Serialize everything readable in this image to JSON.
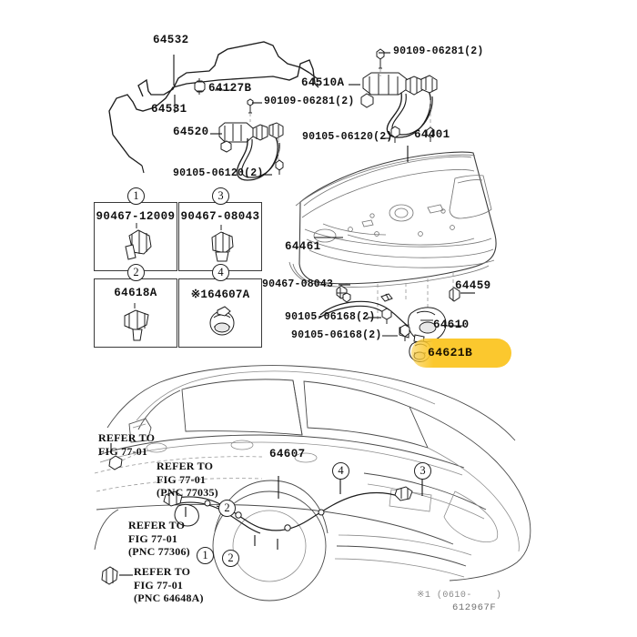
{
  "diagram": {
    "title": "Toyota trunk lid / luggage compartment parts diagram",
    "footer_note": "※1 (0610-    )",
    "footer_code": "612967F",
    "highlight_color": "#fbc82e"
  },
  "fuel_lines": {
    "pipe_upper": "64532",
    "pipe_lower": "64531",
    "clamp": "64127B",
    "hose_assy": "64520",
    "bolt_left": "90109-06281(2)",
    "bolt_lower_left": "90105-06120(2)"
  },
  "opener": {
    "lock_assy": "64510A",
    "bolt_top": "90109-06281(2)",
    "bolt_mid": "90105-06120(2)"
  },
  "trunk": {
    "lid_panel": "64401",
    "weatherstrip": "64461",
    "cushion": "64459",
    "striker_bolt": "90467-08043",
    "lock_assy": "64610",
    "striker": "64621B",
    "bolt_a": "90105-06168(2)",
    "bolt_b": "90105-06168(2)"
  },
  "legend": {
    "items": [
      {
        "index": "1",
        "part_number": "90467-12009",
        "prefix": ""
      },
      {
        "index": "3",
        "part_number": "90467-08043",
        "prefix": ""
      },
      {
        "index": "2",
        "part_number": "64618A",
        "prefix": ""
      },
      {
        "index": "4",
        "part_number": "64607A",
        "prefix": "※1"
      }
    ]
  },
  "vehicle": {
    "cable_label": "64607",
    "refer_1": "REFER TO\nFIG 77-01",
    "refer_2": "REFER TO\nFIG 77-01\n(PNC 77035)",
    "refer_3": "REFER TO\nFIG 77-01\n(PNC 77306)",
    "refer_4": "REFER TO\nFIG 77-01\n(PNC 64648A)",
    "markers": [
      "1",
      "2",
      "2",
      "3",
      "4"
    ]
  }
}
